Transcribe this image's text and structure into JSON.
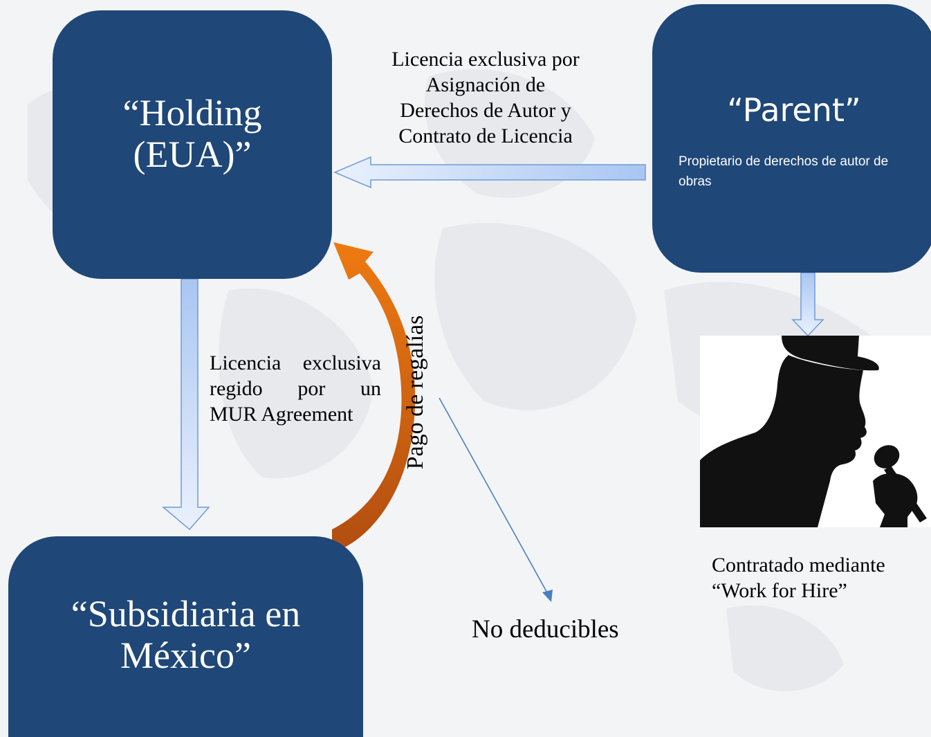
{
  "holding": {
    "title_line1": "“Holding",
    "title_line2": "(EUA)”"
  },
  "parent": {
    "title": "“Parent”",
    "description": "Propietario de derechos de autor de obras"
  },
  "subsidiaria": {
    "title_line1": "“Subsidiaria en",
    "title_line2": "México”"
  },
  "license_top": {
    "line1": "Licencia exclusiva por",
    "line2": "Asignación de",
    "line3": "Derechos de Autor y",
    "line4": "Contrato de Licencia"
  },
  "license_left": {
    "line1": "Licencia exclusiva",
    "line2": "regido por un",
    "line3": "MUR Agreement"
  },
  "royalty_label": "Pago de regalías",
  "no_deducibles": "No deducibles",
  "hire": {
    "line1": "Contratado mediante",
    "line2": "“Work for Hire”"
  },
  "colors": {
    "box_fill": "#1f4778",
    "arrow_light": "#c5dafb",
    "arrow_border": "#6f9ad6",
    "royalty_arrow_top": "#e8720c",
    "royalty_arrow_bottom": "#b5500e",
    "thin_arrow": "#4a7fc1"
  },
  "icons": {
    "singer": "singer-silhouette-icon"
  }
}
